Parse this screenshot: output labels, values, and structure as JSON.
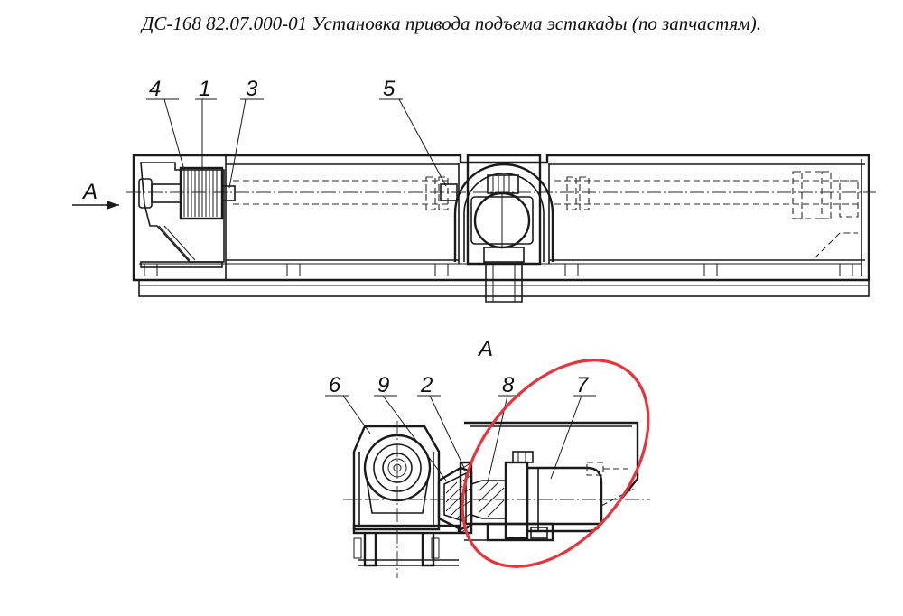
{
  "title": "ДС-168 82.07.000-01  Установка привода подъема эстакады (по запчастям).",
  "callouts": {
    "c4": "4",
    "c1": "1",
    "c3": "3",
    "c5": "5",
    "view_arrow": "A",
    "view_label": "A",
    "c6": "6",
    "c9": "9",
    "c2": "2",
    "c8": "8",
    "c7": "7"
  },
  "highlight_color": "#e8323c"
}
